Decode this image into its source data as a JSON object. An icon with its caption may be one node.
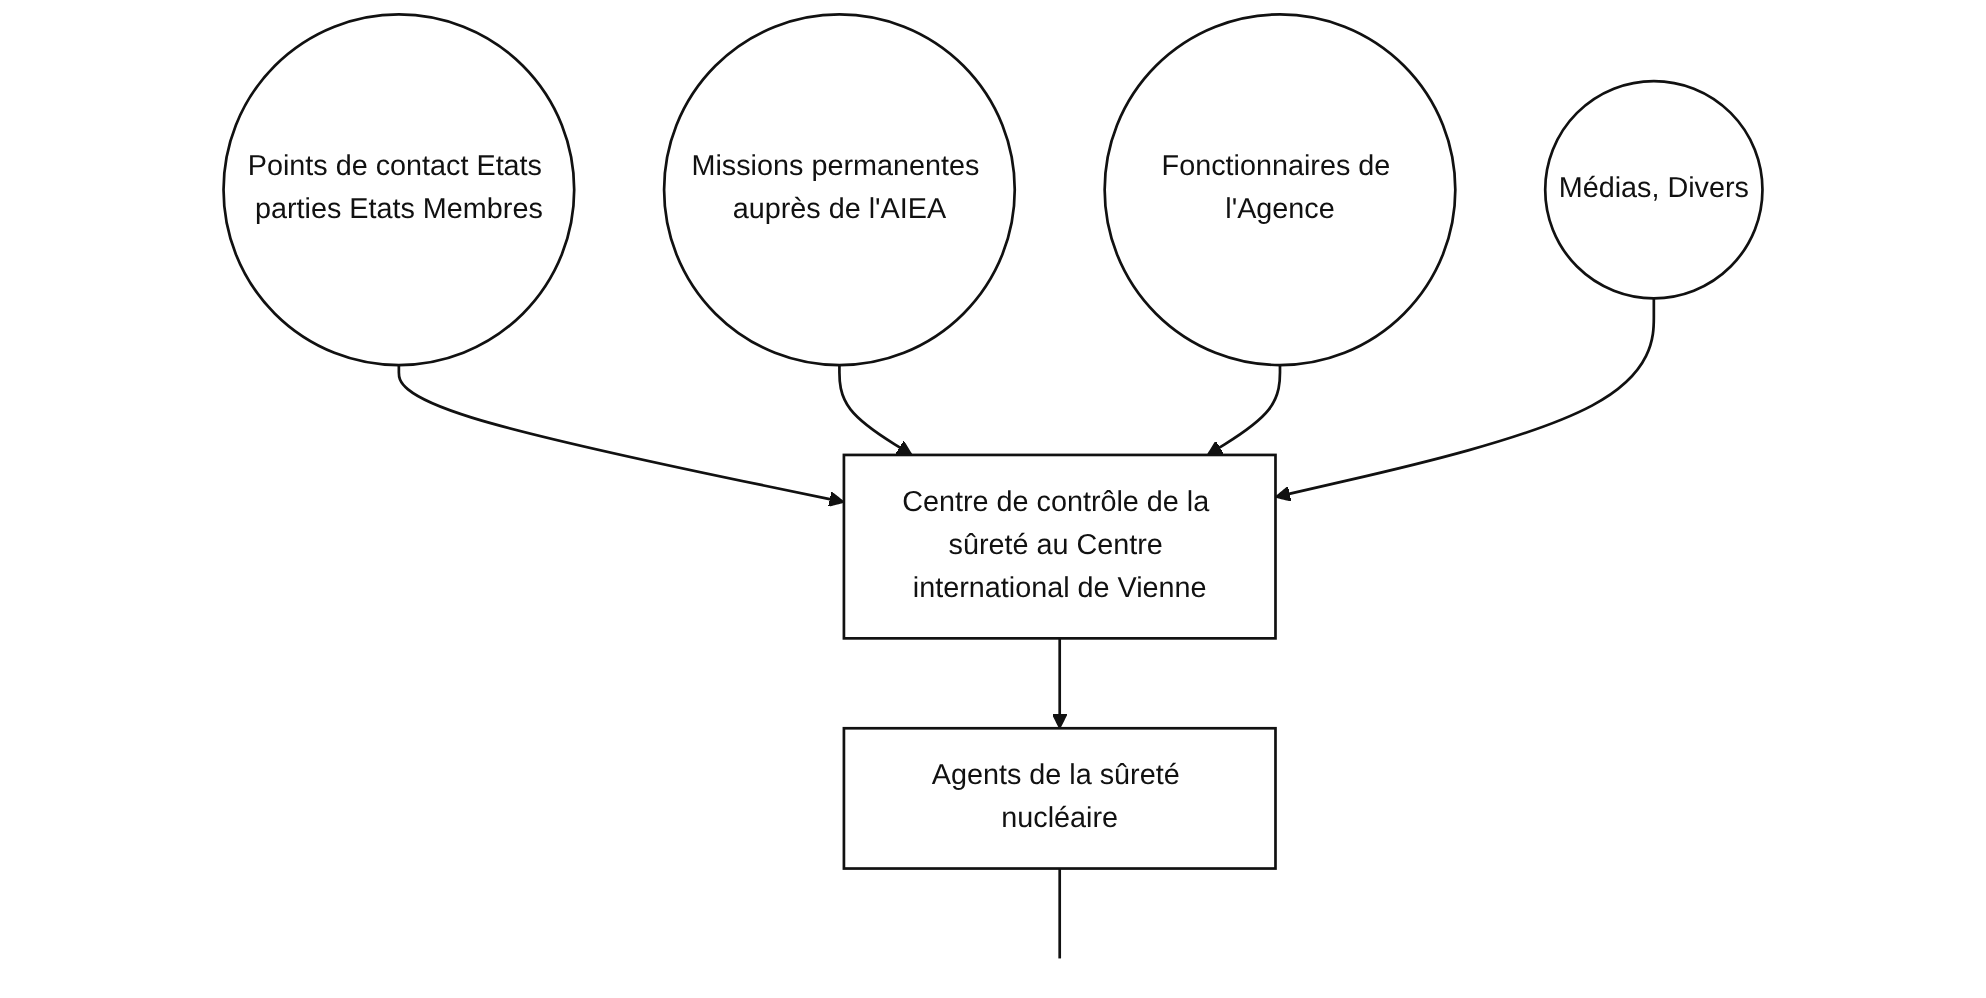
{
  "diagram": {
    "nodes": [
      {
        "text": [
          "Points de contact Etats parties Etats Membres"
        ]
      },
      {
        "text": [
          "Missions permanentes auprès de l'AIEA"
        ]
      },
      {
        "text": [
          "Fonctionnaires de l'Agence"
        ]
      },
      {
        "text": [
          "Médias, Divers"
        ]
      },
      {
        "text": [
          "Centre de contrôle de la sûreté au Centre international de Vienne"
        ]
      },
      {
        "text": [
          "Agents de la sûreté nucléaire"
        ]
      }
    ],
    "edges": [
      {
        "from": 0,
        "to": 4,
        "arrow": "to"
      },
      {
        "from": 1,
        "to": 4,
        "arrow": "to"
      },
      {
        "from": 2,
        "to": 4,
        "arrow": "to"
      },
      {
        "from": 3,
        "to": 4,
        "arrow": "to"
      },
      {
        "from": 4,
        "to": 5,
        "arrow": "to"
      },
      {
        "from": 5,
        "to": null,
        "arrow": "none"
      }
    ]
  }
}
